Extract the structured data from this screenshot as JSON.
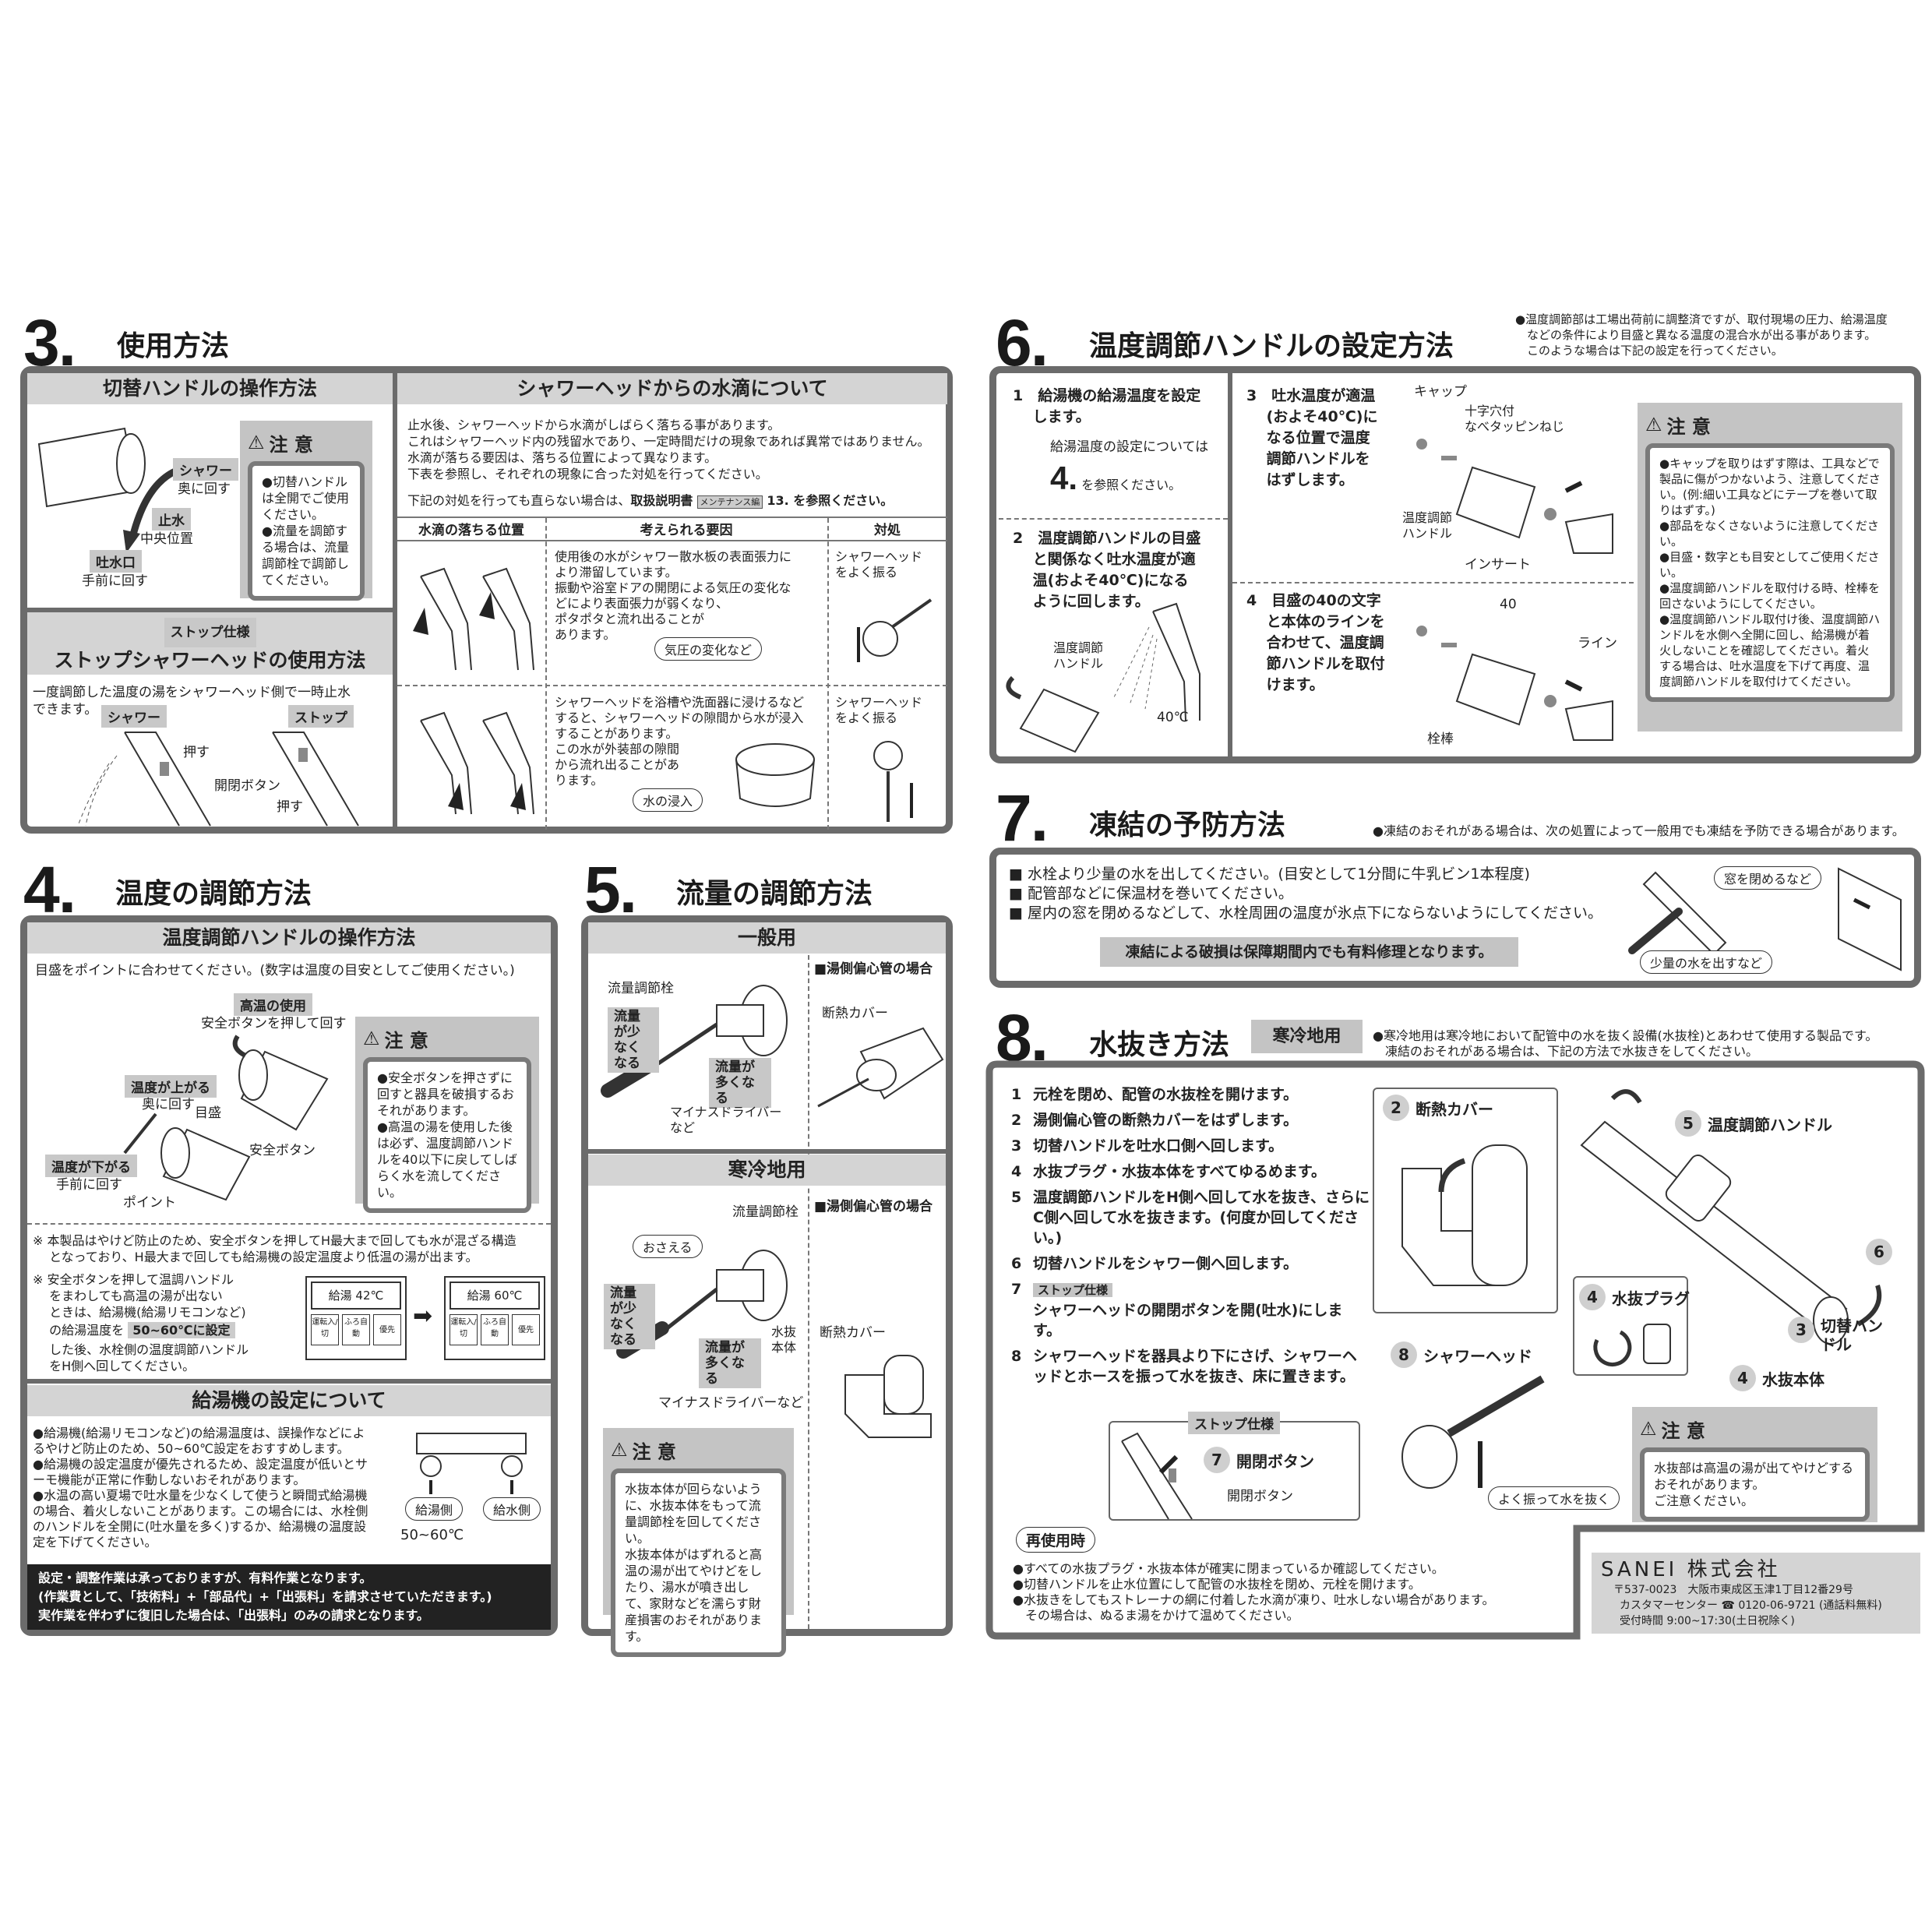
{
  "s3": {
    "num": "3.",
    "title": "使用方法",
    "left_header": "切替ハンドルの操作方法",
    "labels": {
      "shower_tag": "シャワー",
      "shower_sub": "奥に回す",
      "stop_tag": "止水",
      "stop_sub": "中央位置",
      "spout_tag": "吐水口",
      "spout_sub": "手前に回す"
    },
    "caution": {
      "title": "注 意",
      "items": [
        "●切替ハンドルは全開でご使用ください。",
        "●流量を調節する場合は、流量調節栓で調節してください。"
      ]
    },
    "stop": {
      "tag": "ストップ仕様",
      "title": "ストップシャワーヘッドの使用方法",
      "text": [
        "一度調節した温度の湯をシャワーヘッド側で一時止水",
        "できます。"
      ],
      "shower": "シャワー",
      "stop": "ストップ",
      "push1": "押す",
      "push2": "押す",
      "button": "開閉ボタン"
    },
    "right_header": "シャワーヘッドからの水滴について",
    "intro": [
      "止水後、シャワーヘッドから水滴がしばらく落ちる事があります。",
      "これはシャワーヘッド内の残留水であり、一定時間だけの現象であれば異常ではありません。",
      "水滴が落ちる要因は、落ちる位置によって異なります。",
      "下表を参照し、それぞれの現象に合った対処を行ってください。"
    ],
    "ref": {
      "pre": "下記の対処を行っても直らない場合は、",
      "book": "取扱説明書",
      "badge": "メンテナンス編",
      "post": "13. を参照ください。"
    },
    "table": {
      "headers": [
        "水滴の落ちる位置",
        "考えられる要因",
        "対処"
      ],
      "rows": [
        {
          "cause": [
            "使用後の水がシャワー散水板の表面張力に",
            "より滞留しています。",
            "振動や浴室ドアの開閉による気圧の変化な",
            "どにより表面張力が弱くなり、",
            "ポタポタと流れ出ることが",
            "あります。"
          ],
          "pill": "気圧の変化など",
          "fix": [
            "シャワーヘッド",
            "をよく振る"
          ]
        },
        {
          "cause": [
            "シャワーヘッドを浴槽や洗面器に浸けるなど",
            "すると、シャワーヘッドの隙間から水が浸入",
            "することがあります。",
            "この水が外装部の隙間",
            "から流れ出ることがあ",
            "ります。"
          ],
          "pill": "水の浸入",
          "fix": [
            "シャワーヘッド",
            "をよく振る"
          ]
        }
      ]
    }
  },
  "s4": {
    "num": "4.",
    "title": "温度の調節方法",
    "header": "温度調節ハンドルの操作方法",
    "intro": "目盛をポイントに合わせてください。(数字は温度の目安としてご使用ください。)",
    "labels": {
      "high_tag": "高温の使用",
      "high_sub": "安全ボタンを押して回す",
      "up_tag": "温度が上がる",
      "up_sub": "奥に回す",
      "down_tag": "温度が下がる",
      "down_sub": "手前に回す",
      "scale": "目盛",
      "point": "ポイント",
      "safety": "安全ボタン"
    },
    "caution": {
      "title": "注 意",
      "items": [
        "●安全ボタンを押さずに回すと器具を破損するおそれがあります。",
        "●高温の湯を使用した後は必ず、温度調節ハンドルを40以下に戻してしばらく水を流してください。"
      ]
    },
    "note1": [
      "※ 本製品はやけど防止のため、安全ボタンを押してH最大まで回しても水が混ざる構造",
      "　 となっており、H最大まで回しても給湯機の設定温度より低温の湯が出ます。"
    ],
    "note2": {
      "lines": [
        "※ 安全ボタンを押して温調ハンドル",
        "　 をまわしても高温の湯が出ない",
        "　 ときは、給湯機(給湯リモコンなど)"
      ],
      "pre": "　 の給湯温度を",
      "hl": "50~60℃に設定",
      "post": [
        "　 した後、水栓側の温度調節ハンドル",
        "　 をH側へ回してください。"
      ]
    },
    "remote_before": {
      "display": "給湯 42℃",
      "buttons": [
        "運転入/切",
        "ふろ自動",
        "優先"
      ]
    },
    "remote_after": {
      "display": "給湯 60℃",
      "buttons": [
        "運転入/切",
        "ふろ自動",
        "優先"
      ]
    },
    "heater_header": "給湯機の設定について",
    "heater_items": [
      "●給湯機(給湯リモコンなど)の給湯温度は、誤操作などによるやけど防止のため、50~60℃設定をおすすめします。",
      "●給湯機の設定温度が優先されるため、設定温度が低いとサーモ機能が正常に作動しないおそれがあります。",
      "●水温の高い夏場で吐水量を少なくして使うと瞬間式給湯機の場合、着火しないことがあります。この場合には、水栓側のハンドルを全開に(吐水量を多く)するか、給湯機の温度設定を下げてください。"
    ],
    "hot_side": "給湯側",
    "cold_side": "給水側",
    "temp_range": "50~60℃",
    "notice": [
      "設定・調整作業は承っておりますが、有料作業となります。",
      "(作業費として、「技術料」+「部品代」+「出張料」を請求させていただきます。)",
      "実作業を伴わずに復旧した場合は、「出張料」のみの請求となります。"
    ]
  },
  "s5": {
    "num": "5.",
    "title": "流量の調節方法",
    "general": {
      "header": "一般用",
      "valve": "流量調節栓",
      "less": "流量が少なくなる",
      "more": "流量が多くなる",
      "driver": [
        "マイナスドライバー",
        "など"
      ],
      "eccentric": "■湯側偏心管の場合",
      "cover": "断熱カバー"
    },
    "cold": {
      "header": "寒冷地用",
      "valve": "流量調節栓",
      "hold": "おさえる",
      "less": "流量が少なくなる",
      "more": "流量が多くなる",
      "body": [
        "水抜",
        "本体"
      ],
      "driver": "マイナスドライバーなど",
      "eccentric": "■湯側偏心管の場合",
      "cover": "断熱カバー"
    },
    "caution": {
      "title": "注 意",
      "items": [
        "水抜本体が回らないように、水抜本体をもって流量調節栓を回してください。",
        "水抜本体がはずれると高温の湯が出てやけどをしたり、湯水が噴き出して、家財などを濡らす財産損害のおそれがあります。"
      ]
    }
  },
  "s6": {
    "num": "6.",
    "title": "温度調節ハンドルの設定方法",
    "note": [
      "●温度調節部は工場出荷前に調整済ですが、取付現場の圧力、給湯温度",
      "　などの条件により目盛と異なる温度の混合水が出る事があります。",
      "　このような場合は下記の設定を行ってください。"
    ],
    "step1": {
      "n": "1",
      "text": [
        "給湯機の給湯温度を設定",
        "します。"
      ],
      "sub": "給湯温度の設定については",
      "ref_num": "4.",
      "ref_text": "を参照ください。"
    },
    "step2": {
      "n": "2",
      "text": [
        "温度調節ハンドルの目盛",
        "と関係なく吐水温度が適",
        "温(およそ40℃)になる",
        "ように回します。"
      ],
      "handle": [
        "温度調節",
        "ハンドル"
      ],
      "temp": "40℃"
    },
    "step3": {
      "n": "3",
      "text": [
        "吐水温度が適温",
        "(およそ40℃)に",
        "なる位置で温度",
        "調節ハンドルを",
        "はずします。"
      ],
      "cap": "キャップ",
      "screw": [
        "十字穴付",
        "なべタッピンねじ"
      ],
      "handle": [
        "温度調節",
        "ハンドル"
      ],
      "insert": "インサート"
    },
    "step4": {
      "n": "4",
      "text": [
        "目盛の40の文字",
        "と本体のラインを",
        "合わせて、温度調",
        "節ハンドルを取付",
        "けます。"
      ],
      "forty": "40",
      "line": "ライン",
      "stem": "栓棒"
    },
    "caution": {
      "title": "注 意",
      "items": [
        "●キャップを取りはずす際は、工具などで製品に傷がつかないよう、注意してください。(例:細い工具などにテープを巻いて取りはずす。)",
        "●部品をなくさないように注意してください。",
        "●目盛・数字とも目安としてご使用ください。",
        "●温度調節ハンドルを取付ける時、栓棒を回さないようにしてください。",
        "●温度調節ハンドル取付け後、温度調節ハンドルを水側へ全開に回し、給湯機が着火しないことを確認してください。着火する場合は、吐水温度を下げて再度、温度調節ハンドルを取付けてください。"
      ]
    }
  },
  "s7": {
    "num": "7.",
    "title": "凍結の予防方法",
    "note": "●凍結のおそれがある場合は、次の処置によって一般用でも凍結を予防できる場合があります。",
    "items": [
      "■ 水栓より少量の水を出してください。(目安として1分間に牛乳ビン1本程度)",
      "■ 配管部などに保温材を巻いてください。",
      "■ 屋内の窓を閉めるなどして、水栓周囲の温度が氷点下にならないようにしてください。"
    ],
    "warning": "凍結による破損は保障期間内でも有料修理となります。",
    "window": "窓を閉めるなど",
    "water": "少量の水を出すなど"
  },
  "s8": {
    "num": "8.",
    "title": "水抜き方法",
    "tag": "寒冷地用",
    "note": [
      "●寒冷地用は寒冷地において配管中の水を抜く設備(水抜栓)とあわせて使用する製品です。",
      "　凍結のおそれがある場合は、下記の方法で水抜きをしてください。"
    ],
    "steps": [
      {
        "n": "1",
        "text": "元栓を閉め、配管の水抜栓を開けます。"
      },
      {
        "n": "2",
        "text": "湯側偏心管の断熱カバーをはずします。"
      },
      {
        "n": "3",
        "text": "切替ハンドルを吐水口側へ回します。"
      },
      {
        "n": "4",
        "text": "水抜プラグ・水抜本体をすべてゆるめます。"
      },
      {
        "n": "5",
        "text": "温度調節ハンドルをH側へ回して水を抜き、さらにC側へ回して水を抜きます。(何度か回してください。)"
      },
      {
        "n": "6",
        "text": "切替ハンドルをシャワー側へ回します。"
      },
      {
        "n": "7",
        "tag": "ストップ仕様",
        "text": "シャワーヘッドの開閉ボタンを開(吐水)にします。"
      },
      {
        "n": "8",
        "text": "シャワーヘッドを器具より下にさげ、シャワーヘッドとホースを振って水を抜き、床に置きます。"
      }
    ],
    "callouts": {
      "c2": {
        "n": "2",
        "label": "断熱カバー"
      },
      "c5": {
        "n": "5",
        "label": "温度調節ハンドル"
      },
      "c6": {
        "n": "6"
      },
      "c3": {
        "n": "3",
        "label": "切替ハンドル"
      },
      "c4a": {
        "n": "4",
        "label": "水抜プラグ"
      },
      "c4b": {
        "n": "4",
        "label": "水抜本体"
      },
      "c8": {
        "n": "8",
        "label": "シャワーヘッド"
      },
      "c7": {
        "n": "7",
        "label": "開閉ボタン"
      }
    },
    "stop_tag": "ストップ仕様",
    "button": "開閉ボタン",
    "shake": "よく振って水を抜く",
    "caution": {
      "title": "注 意",
      "items": [
        "水抜部は高温の湯が出てやけどするおそれがあります。",
        "ご注意ください。"
      ]
    },
    "reuse": {
      "title": "再使用時",
      "items": [
        "●すべての水抜プラグ・水抜本体が確実に閉まっているか確認してください。",
        "●切替ハンドルを止水位置にして配管の水抜栓を閉め、元栓を開けます。",
        "●水抜きをしてもストレーナの網に付着した水滴が凍り、吐水しない場合があります。",
        "　その場合は、ぬるま湯をかけて温めてください。"
      ]
    }
  },
  "footer": {
    "company": "SANEI 株式会社",
    "address": "〒537-0023　大阪市東成区玉津1丁目12番29号",
    "phone": "カスタマーセンター ☎ 0120-06-9721 (通話料無料)",
    "hours": "受付時間 9:00~17:30(土日祝除く)"
  }
}
